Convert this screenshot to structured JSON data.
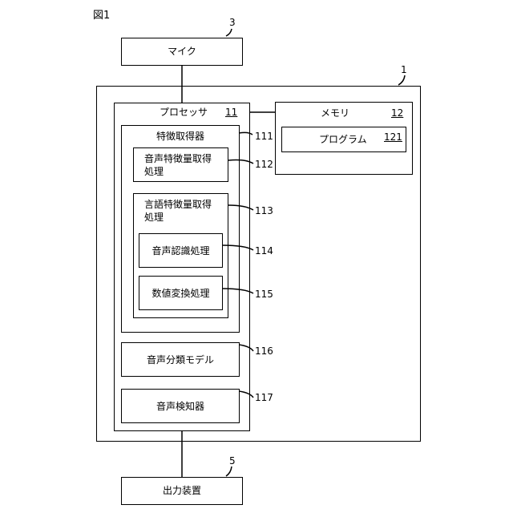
{
  "figure_label": "図1",
  "ref_3": "3",
  "microphone": "マイク",
  "ref_1": "1",
  "processor": {
    "label": "プロセッサ",
    "ref": "11"
  },
  "memory": {
    "label": "メモリ",
    "ref": "12"
  },
  "program": {
    "label": "プログラム",
    "ref": "121"
  },
  "feature_acquirer": {
    "label": "特徴取得器",
    "ref": "111"
  },
  "acoustic_feature": {
    "line1": "音声特徴量取得",
    "line2": "処理",
    "ref": "112"
  },
  "linguistic_feature": {
    "line1": "言語特徴量取得",
    "line2": "処理",
    "ref": "113"
  },
  "speech_recognition": {
    "label": "音声認識処理",
    "ref": "114"
  },
  "numeric_conversion": {
    "label": "数値変換処理",
    "ref": "115"
  },
  "classification_model": {
    "label": "音声分類モデル",
    "ref": "116"
  },
  "voice_detector": {
    "label": "音声検知器",
    "ref": "117"
  },
  "ref_5": "5",
  "output_device": "出力装置"
}
